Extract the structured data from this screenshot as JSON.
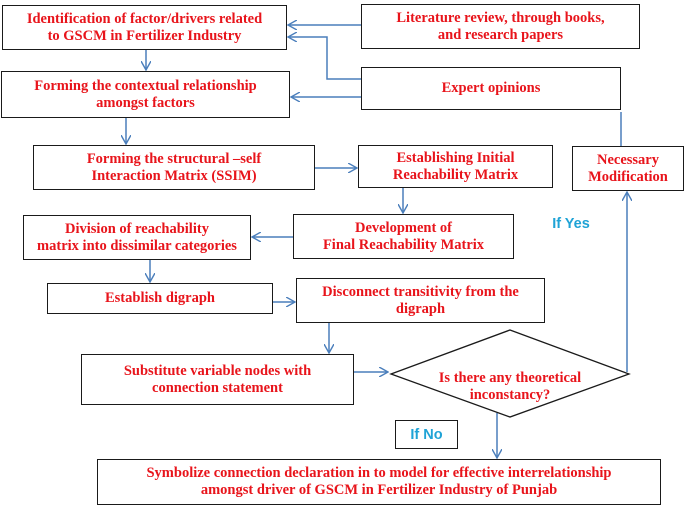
{
  "colors": {
    "text": "#e8141b",
    "label": "#1fa3d6",
    "arrow": "#4a7ebb",
    "border": "#1a1a1a"
  },
  "boxes": {
    "identification": "Identification of factor/drivers related\nto GSCM in Fertilizer Industry",
    "literature": "Literature review, through books,\nand research papers",
    "contextual": "Forming the contextual relationship\namongst factors",
    "expert": "Expert opinions",
    "ssim": "Forming the structural –self\nInteraction Matrix (SSIM)",
    "initial_matrix": "Establishing Initial\nReachability Matrix",
    "modification": "Necessary\nModification",
    "division": "Division of reachability\nmatrix into dissimilar categories",
    "final_matrix": "Development of\nFinal   Reachability Matrix",
    "digraph": "Establish digraph",
    "transitivity": "Disconnect transitivity from the\ndigraph",
    "substitute": "Substitute variable nodes with\nconnection statement",
    "decision": "Is there any theoretical\ninconstancy?",
    "symbolize": "Symbolize connection declaration in to model for effective interrelationship\namongst driver of GSCM in Fertilizer Industry of Punjab"
  },
  "labels": {
    "yes": "If Yes",
    "no": "If No"
  }
}
